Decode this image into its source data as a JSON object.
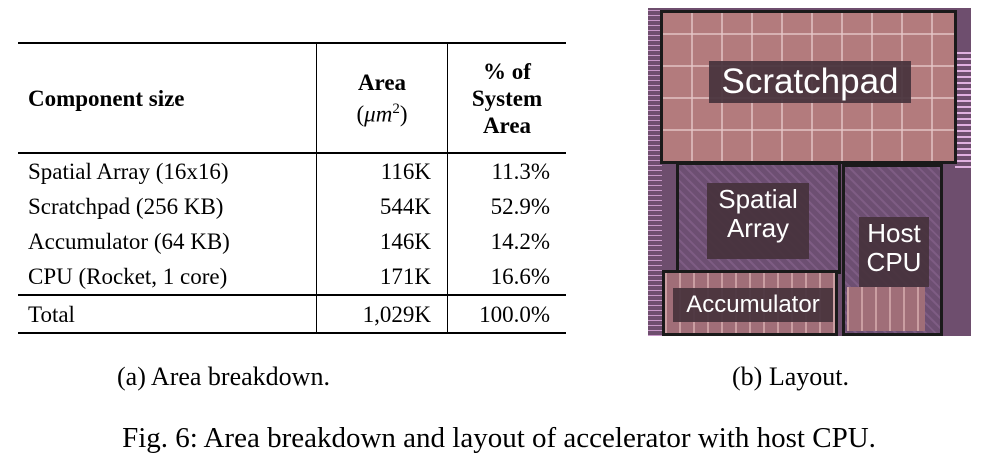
{
  "table": {
    "headers": {
      "component": "Component size",
      "area_top": "Area",
      "area_unit_left": "(",
      "area_unit_var": "μm",
      "area_unit_exp": "2",
      "area_unit_right": ")",
      "pct_line1": "% of",
      "pct_line2": "System",
      "pct_line3": "Area"
    },
    "rows": [
      {
        "component": "Spatial Array (16x16)",
        "area": "116K",
        "pct": "11.3%"
      },
      {
        "component": "Scratchpad (256 KB)",
        "area": "544K",
        "pct": "52.9%"
      },
      {
        "component": "Accumulator (64 KB)",
        "area": "146K",
        "pct": "14.2%"
      },
      {
        "component": "CPU (Rocket, 1 core)",
        "area": "171K",
        "pct": "16.6%"
      }
    ],
    "total": {
      "component": "Total",
      "area": "1,029K",
      "pct": "100.0%"
    }
  },
  "layout": {
    "scratchpad": "Scratchpad",
    "spatial_line1": "Spatial",
    "spatial_line2": "Array",
    "host_line1": "Host",
    "host_line2": "CPU",
    "accumulator": "Accumulator"
  },
  "captions": {
    "a": "(a) Area breakdown.",
    "b": "(b) Layout.",
    "figure": "Fig. 6: Area breakdown and layout of accelerator with host CPU."
  },
  "colors": {
    "die_background": "#6e4e6e",
    "sram_macro": "#b37b7d",
    "label_background": "#46323c"
  }
}
